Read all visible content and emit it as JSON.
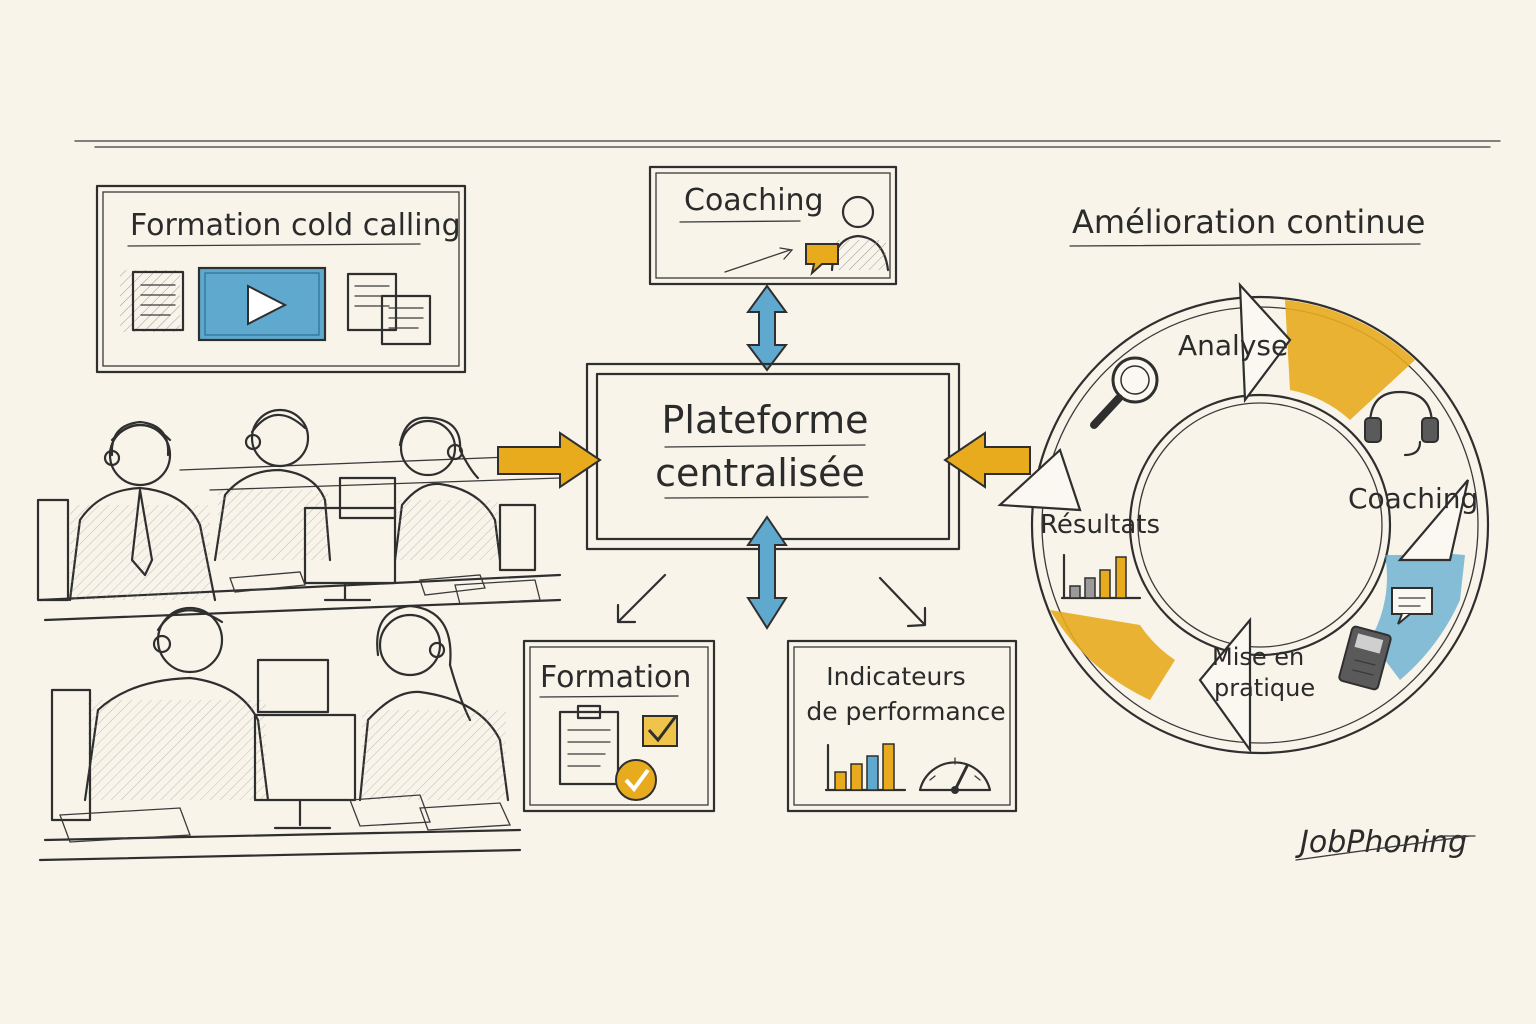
{
  "training_panel": {
    "title": "Formation cold calling"
  },
  "coaching_box": {
    "title": "Coaching"
  },
  "platform_box": {
    "line1": "Plateforme",
    "line2": "centralisée"
  },
  "formation_box": {
    "title": "Formation"
  },
  "kpi_box": {
    "line1": "Indicateurs",
    "line2": "de performance"
  },
  "cycle": {
    "title": "Amélioration continue",
    "steps": [
      "Analyse",
      "Coaching",
      "Mise en",
      "pratique",
      "Résultats"
    ]
  },
  "brand": {
    "logo": "JobPhoning"
  },
  "colors": {
    "accent_yellow": "#e8ab1e",
    "accent_blue": "#5fa9cf",
    "ink": "#2f2f2f",
    "paper": "#f8f4ea"
  },
  "icons": [
    "document-icon",
    "video-play-icon",
    "documents-stack-icon",
    "coach-avatar-icon",
    "speech-bubble-icon",
    "clipboard-icon",
    "checkbox-icon",
    "check-circle-icon",
    "bar-chart-icon",
    "gauge-icon",
    "magnifier-icon",
    "headset-icon",
    "chat-icon",
    "phone-icon"
  ]
}
